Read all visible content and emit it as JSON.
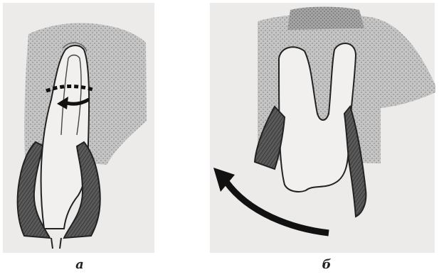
{
  "captions": {
    "a": "а",
    "b": "б"
  },
  "colors": {
    "paper": "#ecebe9",
    "bone": "#b9b9b9",
    "forceps": "#4d4d4d",
    "line": "#222222",
    "arrow": "#111111"
  },
  "figures": [
    {
      "label": "а",
      "description_icons": [
        "tooth-single-root",
        "forceps-beaks",
        "rotation-arrow"
      ]
    },
    {
      "label": "б",
      "description_icons": [
        "tooth-two-roots",
        "forceps-beaks",
        "luxation-arrow"
      ]
    }
  ]
}
